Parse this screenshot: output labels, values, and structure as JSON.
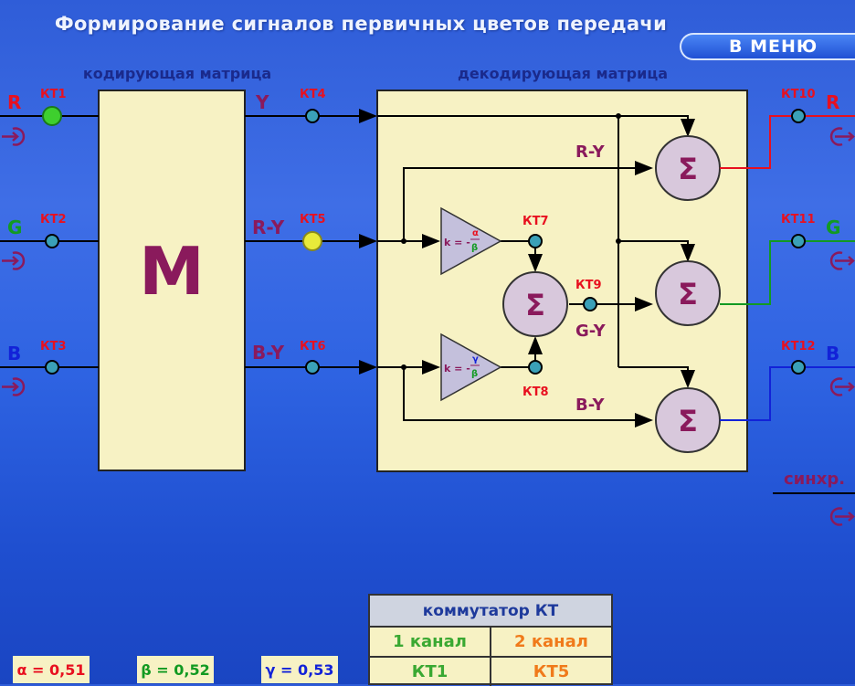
{
  "title": "Формирование сигналов первичных цветов передачи",
  "menu_button": "В МЕНЮ",
  "coding_matrix": {
    "label": "кодирующая матрица",
    "symbol": "M"
  },
  "decoding_matrix": {
    "label": "декодирующая матрица"
  },
  "inputs": [
    {
      "name": "R",
      "kt": "КТ1",
      "color": "#e8101f"
    },
    {
      "name": "G",
      "kt": "КТ2",
      "color": "#129a22"
    },
    {
      "name": "B",
      "kt": "КТ3",
      "color": "#1222d8"
    }
  ],
  "signals": [
    {
      "name": "Y",
      "kt": "КТ4"
    },
    {
      "name": "R-Y",
      "kt": "КТ5"
    },
    {
      "name": "B-Y",
      "kt": "КТ6"
    }
  ],
  "internal": {
    "kt7": "КТ7",
    "kt8": "КТ8",
    "kt9": "КТ9",
    "ry": "R-Y",
    "gy": "G-Y",
    "by": "B-Y",
    "amp1": {
      "k": "k = -",
      "num": "α",
      "den": "β"
    },
    "amp2": {
      "k": "k = -",
      "num": "γ",
      "den": "β"
    },
    "sum": "Σ"
  },
  "outputs": [
    {
      "name": "R",
      "kt": "КТ10",
      "color": "#e8101f"
    },
    {
      "name": "G",
      "kt": "КТ11",
      "color": "#129a22"
    },
    {
      "name": "B",
      "kt": "КТ12",
      "color": "#1222d8"
    }
  ],
  "sync_label": "синхр.",
  "params": [
    {
      "text": "α = 0,51",
      "color": "#e8101f"
    },
    {
      "text": "β = 0,52",
      "color": "#129a22"
    },
    {
      "text": "γ = 0,53",
      "color": "#1222d8"
    }
  ],
  "commutator": {
    "title": "коммутатор КТ",
    "channel1": "1 канал",
    "channel2": "2 канал",
    "value1": "КТ1",
    "value2": "КТ5",
    "channel1_color": "#3aa832",
    "channel2_color": "#f07a1a"
  },
  "colors": {
    "wire": "#000000",
    "panel": "#f7f2c4",
    "probe": "#3aa0b8",
    "probe_active_green": "#3ecf2e",
    "probe_active_yellow": "#e8ea3a",
    "label_dark_red": "#8a1a5c",
    "kt_label": "#e8101f",
    "sum_fill": "#d8c8dc",
    "sum_text": "#8a1a5c",
    "icon": "#8a1a5c"
  }
}
